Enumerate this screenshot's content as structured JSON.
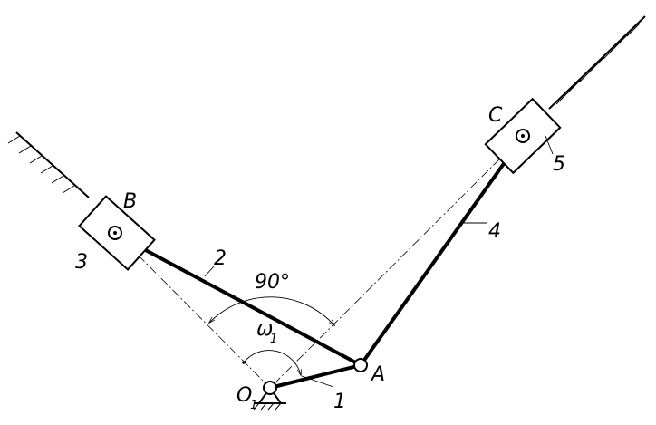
{
  "labels": {
    "joint_b": "B",
    "joint_c": "C",
    "joint_a": "A",
    "pivot_o": "O",
    "pivot_o_sub": "1",
    "link_1": "1",
    "link_2": "2",
    "link_3": "3",
    "link_4": "4",
    "link_5": "5",
    "angle": "90°",
    "omega": "ω",
    "omega_sub": "1"
  }
}
